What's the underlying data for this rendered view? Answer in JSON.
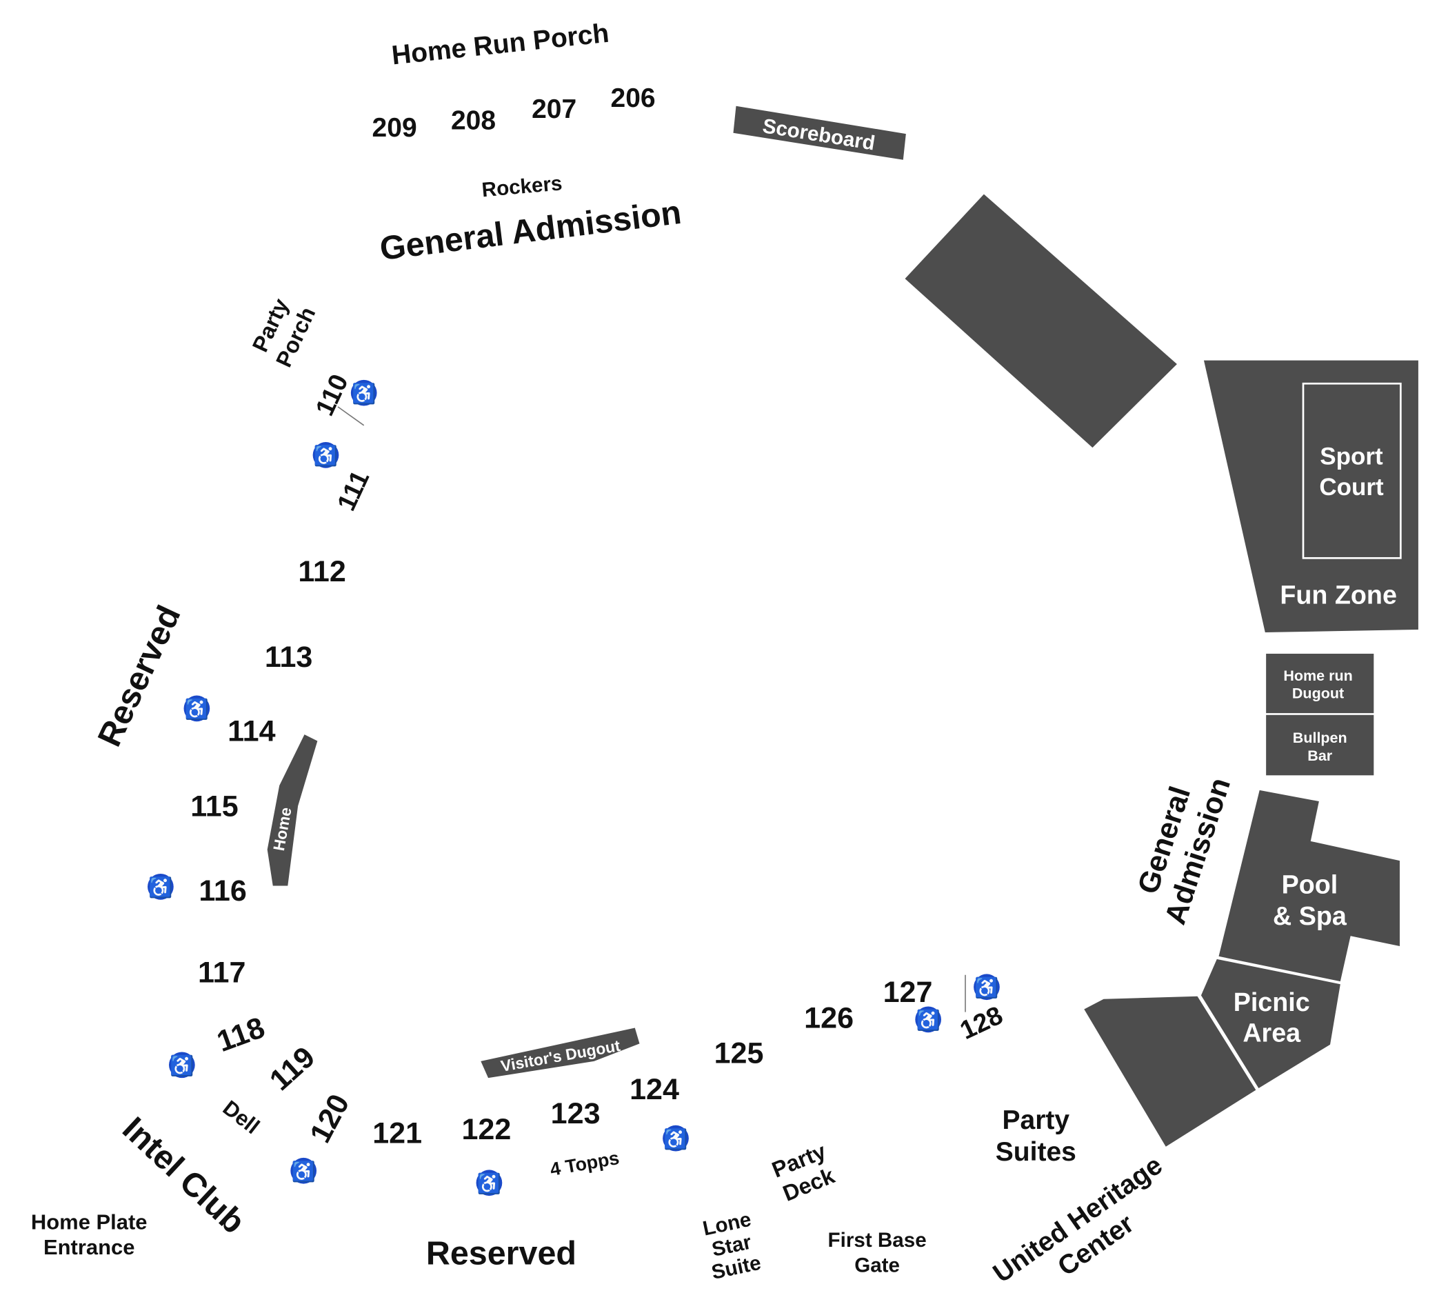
{
  "colors": {
    "background": "#ffffff",
    "structure": "#4d4d4d",
    "text": "#111111",
    "accessible": "#1a49c9"
  },
  "outfield": {
    "home_run_porch": "Home Run Porch",
    "sections": [
      "209",
      "208",
      "207",
      "206"
    ],
    "rockers": "Rockers",
    "general_admission": "General Admission",
    "scoreboard": "Scoreboard"
  },
  "left_field": {
    "party_porch_line1": "Party",
    "party_porch_line2": "Porch",
    "reserved": "Reserved",
    "home_dugout": "Home",
    "sections": [
      "110",
      "111",
      "112",
      "113",
      "114",
      "115",
      "116",
      "117",
      "118",
      "119",
      "120"
    ]
  },
  "home_plate": {
    "dell": "Dell",
    "intel_club": "Intel Club",
    "entrance_line1": "Home Plate",
    "entrance_line2": "Entrance",
    "reserved": "Reserved",
    "four_topps": "4 Topps",
    "visitors_dugout": "Visitor's Dugout",
    "sections": [
      "121",
      "122",
      "123",
      "124",
      "125",
      "126",
      "127",
      "128"
    ]
  },
  "first_base": {
    "party_deck_line1": "Party",
    "party_deck_line2": "Deck",
    "lone_star_line1": "Lone",
    "lone_star_line2": "Star",
    "lone_star_line3": "Suite",
    "gate_line1": "First Base",
    "gate_line2": "Gate",
    "party_suites_line1": "Party",
    "party_suites_line2": "Suites",
    "heritage_line1": "United Heritage",
    "heritage_line2": "Center"
  },
  "right_field": {
    "general_admission_line1": "General",
    "general_admission_line2": "Admission",
    "sport_court_line1": "Sport",
    "sport_court_line2": "Court",
    "fun_zone": "Fun Zone",
    "home_run_dugout_line1": "Home run",
    "home_run_dugout_line2": "Dugout",
    "bullpen_bar_line1": "Bullpen",
    "bullpen_bar_line2": "Bar",
    "pool_line1": "Pool",
    "pool_line2": "& Spa",
    "picnic_line1": "Picnic",
    "picnic_line2": "Area"
  },
  "accessible_icon": "wheelchair-icon"
}
